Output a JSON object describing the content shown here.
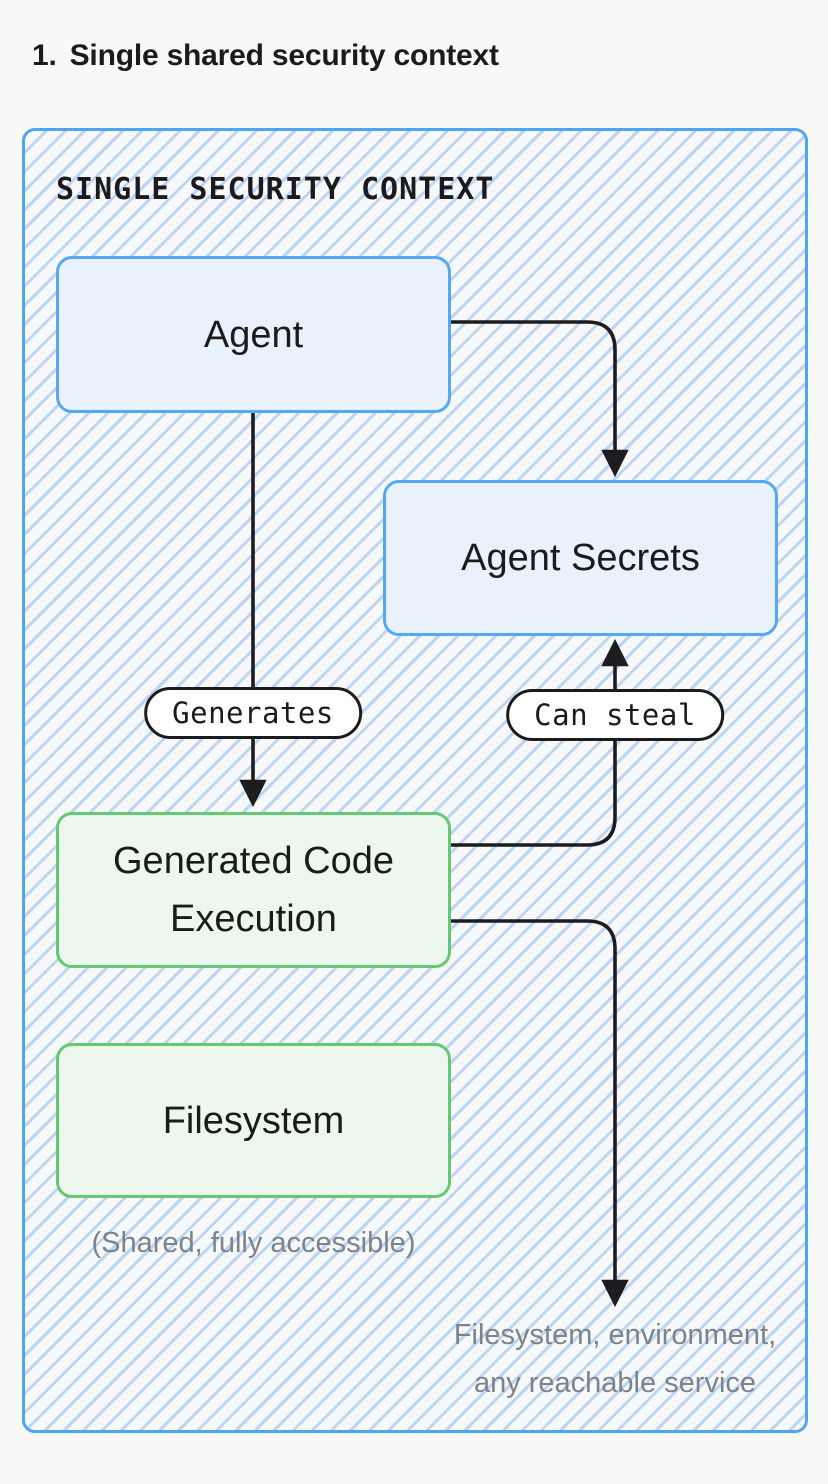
{
  "heading": {
    "number": "1.",
    "text": "Single shared security context"
  },
  "diagram": {
    "title": "SINGLE SECURITY CONTEXT",
    "nodes": {
      "agent": "Agent",
      "agent_secrets": "Agent Secrets",
      "generated_code_execution": "Generated Code Execution",
      "filesystem": "Filesystem"
    },
    "edge_labels": {
      "generates": "Generates",
      "can_steal": "Can steal"
    },
    "captions": {
      "filesystem_note": "(Shared, fully accessible)",
      "reach_line1": "Filesystem, environment,",
      "reach_line2": "any reachable service"
    },
    "colors": {
      "container_border": "#4fa5f2",
      "stripe": "#bdd5f1",
      "blue_node_bg": "#e9f1fc",
      "blue_node_border": "#55a8f3",
      "green_node_bg": "#ecf8ee",
      "green_node_border": "#65c973",
      "arrow": "#1d1d1f",
      "muted_text": "#7b838b",
      "heading_text": "#1b1b1d"
    }
  }
}
